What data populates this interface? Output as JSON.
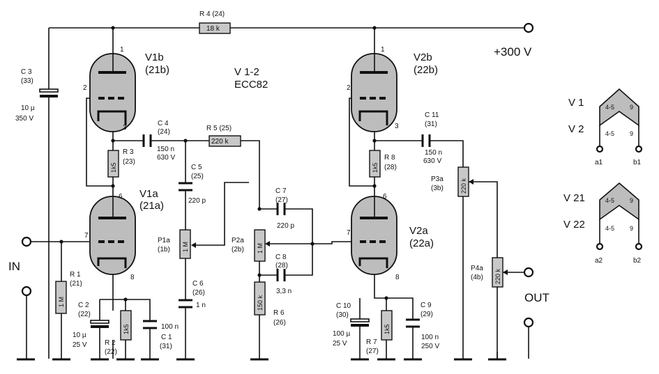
{
  "tubes": {
    "v1b": {
      "name": "V1b",
      "pin": "(21b)",
      "p1": "1",
      "p2": "2",
      "p3": "3"
    },
    "v1a": {
      "name": "V1a",
      "pin": "(21a)",
      "p1": "6",
      "p2": "7",
      "p3": "8"
    },
    "v2b": {
      "name": "V2b",
      "pin": "(22b)",
      "p1": "1",
      "p2": "2",
      "p3": "3"
    },
    "v2a": {
      "name": "V2a",
      "pin": "(22a)",
      "p1": "6",
      "p2": "7",
      "p3": "8"
    },
    "type_line1": "V 1-2",
    "type_line2": "ECC82"
  },
  "resistors": {
    "r4": {
      "name": "R 4 (24)",
      "value": "18 k"
    },
    "r3": {
      "name": "R 3",
      "num": "(23)",
      "value": "1k5"
    },
    "r5": {
      "name": "R 5 (25)",
      "value": "220 k"
    },
    "r1": {
      "name": "R 1",
      "num": "(21)",
      "value": "1 M"
    },
    "r2": {
      "name": "R 2",
      "num": "(22)",
      "value": "1k5"
    },
    "r6": {
      "name": "R 6",
      "num": "(26)",
      "value": "150 k"
    },
    "r7": {
      "name": "R 7",
      "num": "(27)",
      "value": "1k5"
    },
    "r8": {
      "name": "R 8",
      "num": "(28)",
      "value": "1k5"
    }
  },
  "pots": {
    "p1a": {
      "name": "P1a",
      "num": "(1b)",
      "value": "1 M"
    },
    "p2a": {
      "name": "P2a",
      "num": "(2b)",
      "value": "1 M"
    },
    "p3a": {
      "name": "P3a",
      "num": "(3b)",
      "value": "220 k"
    },
    "p4a": {
      "name": "P4a",
      "num": "(4b)",
      "value": "220 k"
    }
  },
  "capacitors": {
    "c3": {
      "name": "C 3",
      "num": "(33)",
      "value": "10 µ",
      "voltage": "350 V"
    },
    "c4": {
      "name": "C 4",
      "num": "(24)",
      "value": "150 n",
      "voltage": "630 V"
    },
    "c5": {
      "name": "C 5",
      "num": "(25)",
      "value": "220 p"
    },
    "c6": {
      "name": "C 6",
      "num": "(26)",
      "value": "1 n"
    },
    "c7": {
      "name": "C 7",
      "num": "(27)",
      "value": "220 p"
    },
    "c8": {
      "name": "C 8",
      "num": "(28)",
      "value": "3,3 n"
    },
    "c2": {
      "name": "C 2",
      "num": "(22)",
      "value": "10 µ",
      "voltage": "25 V"
    },
    "c1": {
      "name": "C 1",
      "num": "(31)",
      "value": "100 n"
    },
    "c10": {
      "name": "C 10",
      "num": "(30)",
      "value": "100 µ",
      "voltage": "25 V"
    },
    "c9": {
      "name": "C 9",
      "num": "(29)",
      "value": "100 n",
      "voltage": "250 V"
    },
    "c11": {
      "name": "C 11",
      "num": "(31)",
      "value": "150 n",
      "voltage": "630 V"
    }
  },
  "terminals": {
    "supply": "+300  V",
    "input": "IN",
    "output": "OUT"
  },
  "heaters": {
    "top": {
      "l1": "V  1",
      "l2": "V  2",
      "pin_a": "4-5",
      "pin_b": "9",
      "out_a": "a1",
      "out_b": "b1"
    },
    "bottom": {
      "l1": "V  21",
      "l2": "V  22",
      "pin_a": "4-5",
      "pin_b": "9",
      "out_a": "a2",
      "out_b": "b2"
    }
  }
}
